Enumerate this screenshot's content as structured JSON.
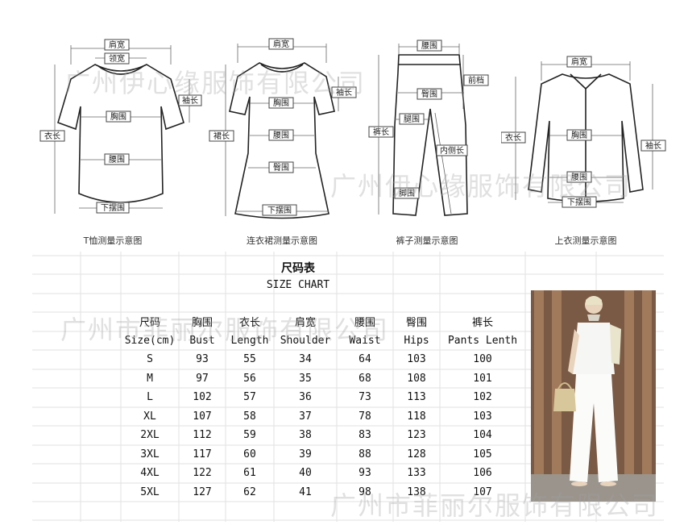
{
  "diagrams": [
    {
      "caption": "T恤测量示意图",
      "labels": {
        "shoulder": "肩宽",
        "neck": "领宽",
        "sleeve": "袖长",
        "chest": "胸围",
        "length": "衣长",
        "waist": "腰围",
        "hem": "下摆围"
      }
    },
    {
      "caption": "连衣裙测量示意图",
      "labels": {
        "shoulder": "肩宽",
        "sleeve": "袖长",
        "chest": "胸围",
        "length": "裙长",
        "waist": "腰围",
        "hips": "臀围",
        "hem": "下摆围"
      }
    },
    {
      "caption": "裤子测量示意图",
      "labels": {
        "waist": "腰围",
        "rise": "前档",
        "hips": "臀围",
        "thigh": "腿围",
        "length": "裤长",
        "inseam": "内侧长",
        "leg_opening": "脚围"
      }
    },
    {
      "caption": "上衣测量示意图",
      "labels": {
        "shoulder": "肩宽",
        "length": "衣长",
        "chest": "胸围",
        "sleeve": "袖长",
        "waist": "腰围",
        "hem": "下摆围"
      }
    }
  ],
  "size_chart": {
    "title_cn": "尺码表",
    "title_en": "SIZE CHART",
    "headers_cn": [
      "尺码",
      "胸围",
      "衣长",
      "肩宽",
      "腰围",
      "臀围",
      "裤长"
    ],
    "headers_en": [
      "Size(cm)",
      "Bust",
      "Length",
      "Shoulder",
      "Waist",
      "Hips",
      "Pants Lenth"
    ],
    "rows": [
      [
        "S",
        "93",
        "55",
        "34",
        "64",
        "103",
        "100"
      ],
      [
        "M",
        "97",
        "56",
        "35",
        "68",
        "108",
        "101"
      ],
      [
        "L",
        "102",
        "57",
        "36",
        "73",
        "113",
        "102"
      ],
      [
        "XL",
        "107",
        "58",
        "37",
        "78",
        "118",
        "103"
      ],
      [
        "2XL",
        "112",
        "59",
        "38",
        "83",
        "123",
        "104"
      ],
      [
        "3XL",
        "117",
        "60",
        "39",
        "88",
        "128",
        "105"
      ],
      [
        "4XL",
        "122",
        "61",
        "40",
        "93",
        "133",
        "106"
      ],
      [
        "5XL",
        "127",
        "62",
        "41",
        "98",
        "138",
        "107"
      ]
    ]
  },
  "watermarks": [
    "广州伊心缘服饰有限公司",
    "广州伊心缘服饰有限公司",
    "广州市菲丽尔服饰有限公司",
    "广州市菲丽尔服饰有限公司"
  ]
}
